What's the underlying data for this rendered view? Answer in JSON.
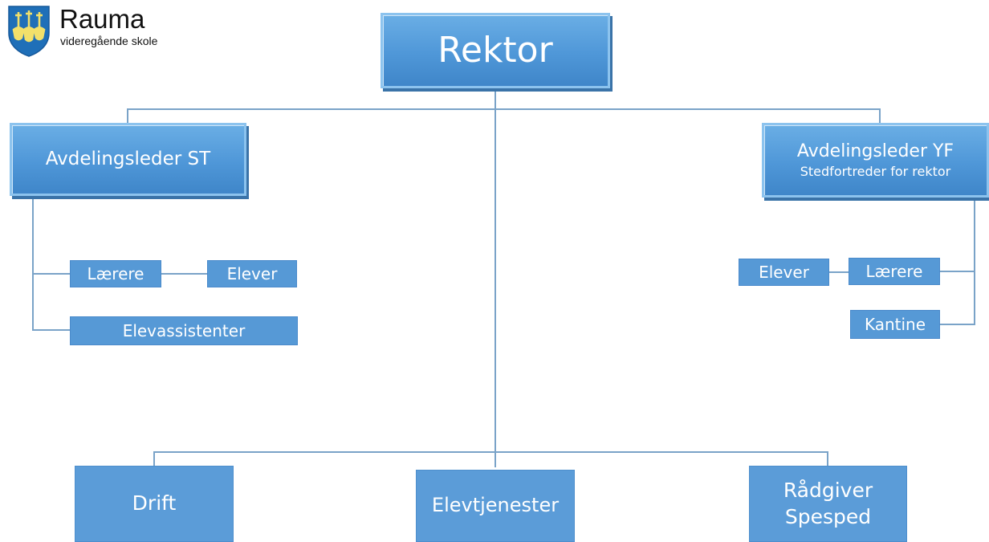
{
  "logo": {
    "name": "Rauma",
    "subtitle": "videregående skole",
    "colors": {
      "shield": "#1f6fb8",
      "emblem": "#f2e06a"
    }
  },
  "org": {
    "root": "Rektor",
    "avdeling_st": {
      "title": "Avdelingsleder ST"
    },
    "avdeling_yf": {
      "title": "Avdelingsleder YF",
      "subtitle": "Stedfortreder for rektor"
    },
    "st_laerere": "Lærere",
    "st_elever": "Elever",
    "st_elevassistenter": "Elevassistenter",
    "yf_elever": "Elever",
    "yf_laerere": "Lærere",
    "yf_kantine": "Kantine",
    "drift": "Drift",
    "elevtjenester": "Elevtjenester",
    "radgiver": {
      "line1": "Rådgiver",
      "line2": "Spesped"
    }
  },
  "colors": {
    "box": "#5699d6",
    "line": "#6f9cc4"
  }
}
